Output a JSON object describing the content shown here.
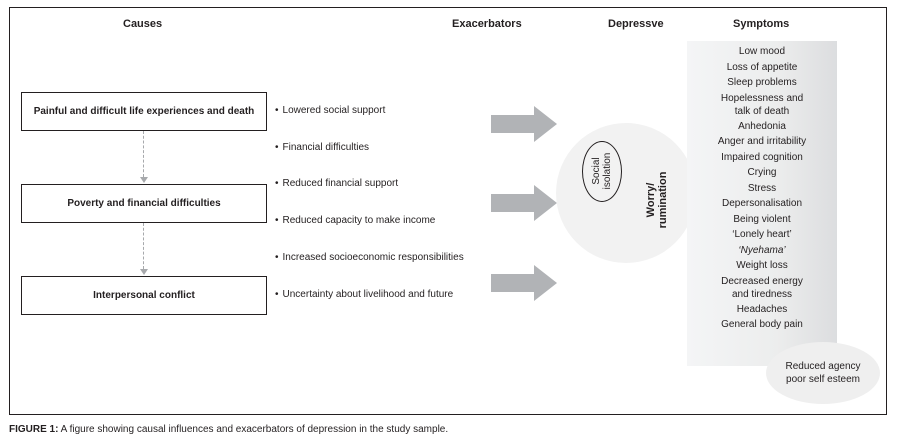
{
  "headers": {
    "causes": "Causes",
    "exacerbators": "Exacerbators",
    "depressive": "Depressve",
    "symptoms": "Symptoms"
  },
  "causes": [
    "Painful and difficult life experiences and death",
    "Poverty and financial difficulties",
    "Interpersonal conflict"
  ],
  "exacerbators": [
    "Lowered social support",
    "Financial difficulties",
    "Reduced financial support",
    "Reduced capacity to make income",
    "Increased socioeconomic responsibilities",
    "Uncertainty about livelihood and future"
  ],
  "depressive_core": {
    "isolation_line1": "Social",
    "isolation_line2": "isolation",
    "worry_line1": "Worry/",
    "worry_line2": "rumination"
  },
  "symptoms": {
    "low_mood": "Low mood",
    "loss_of_appetite": "Loss of appetite",
    "sleep_problems": "Sleep problems",
    "hopelessness_1": "Hopelessness and",
    "hopelessness_2": "talk of death",
    "anhedonia": "Anhedonia",
    "anger": "Anger and irritability",
    "impaired_cognition": "Impaired cognition",
    "crying": "Crying",
    "stress": "Stress",
    "depersonalisation": "Depersonalisation",
    "being_violent": "Being violent",
    "lonely_heart": "‘Lonely heart’",
    "nyehama": "‘Nyehama’",
    "weight_loss": "Weight loss",
    "decreased_energy_1": "Decreased energy",
    "decreased_energy_2": "and tiredness",
    "headaches": "Headaches",
    "body_pain": "General body pain"
  },
  "agency": {
    "line1": "Reduced agency",
    "line2": "poor self esteem"
  },
  "caption": {
    "label": "FIGURE 1:",
    "text": " A figure showing causal influences and exacerbators of depression in the study sample."
  },
  "colors": {
    "arrow": "#b1b3b6",
    "dash": "#a7a9ac",
    "circle": "#f2f2f2",
    "panel": "#eceded"
  }
}
